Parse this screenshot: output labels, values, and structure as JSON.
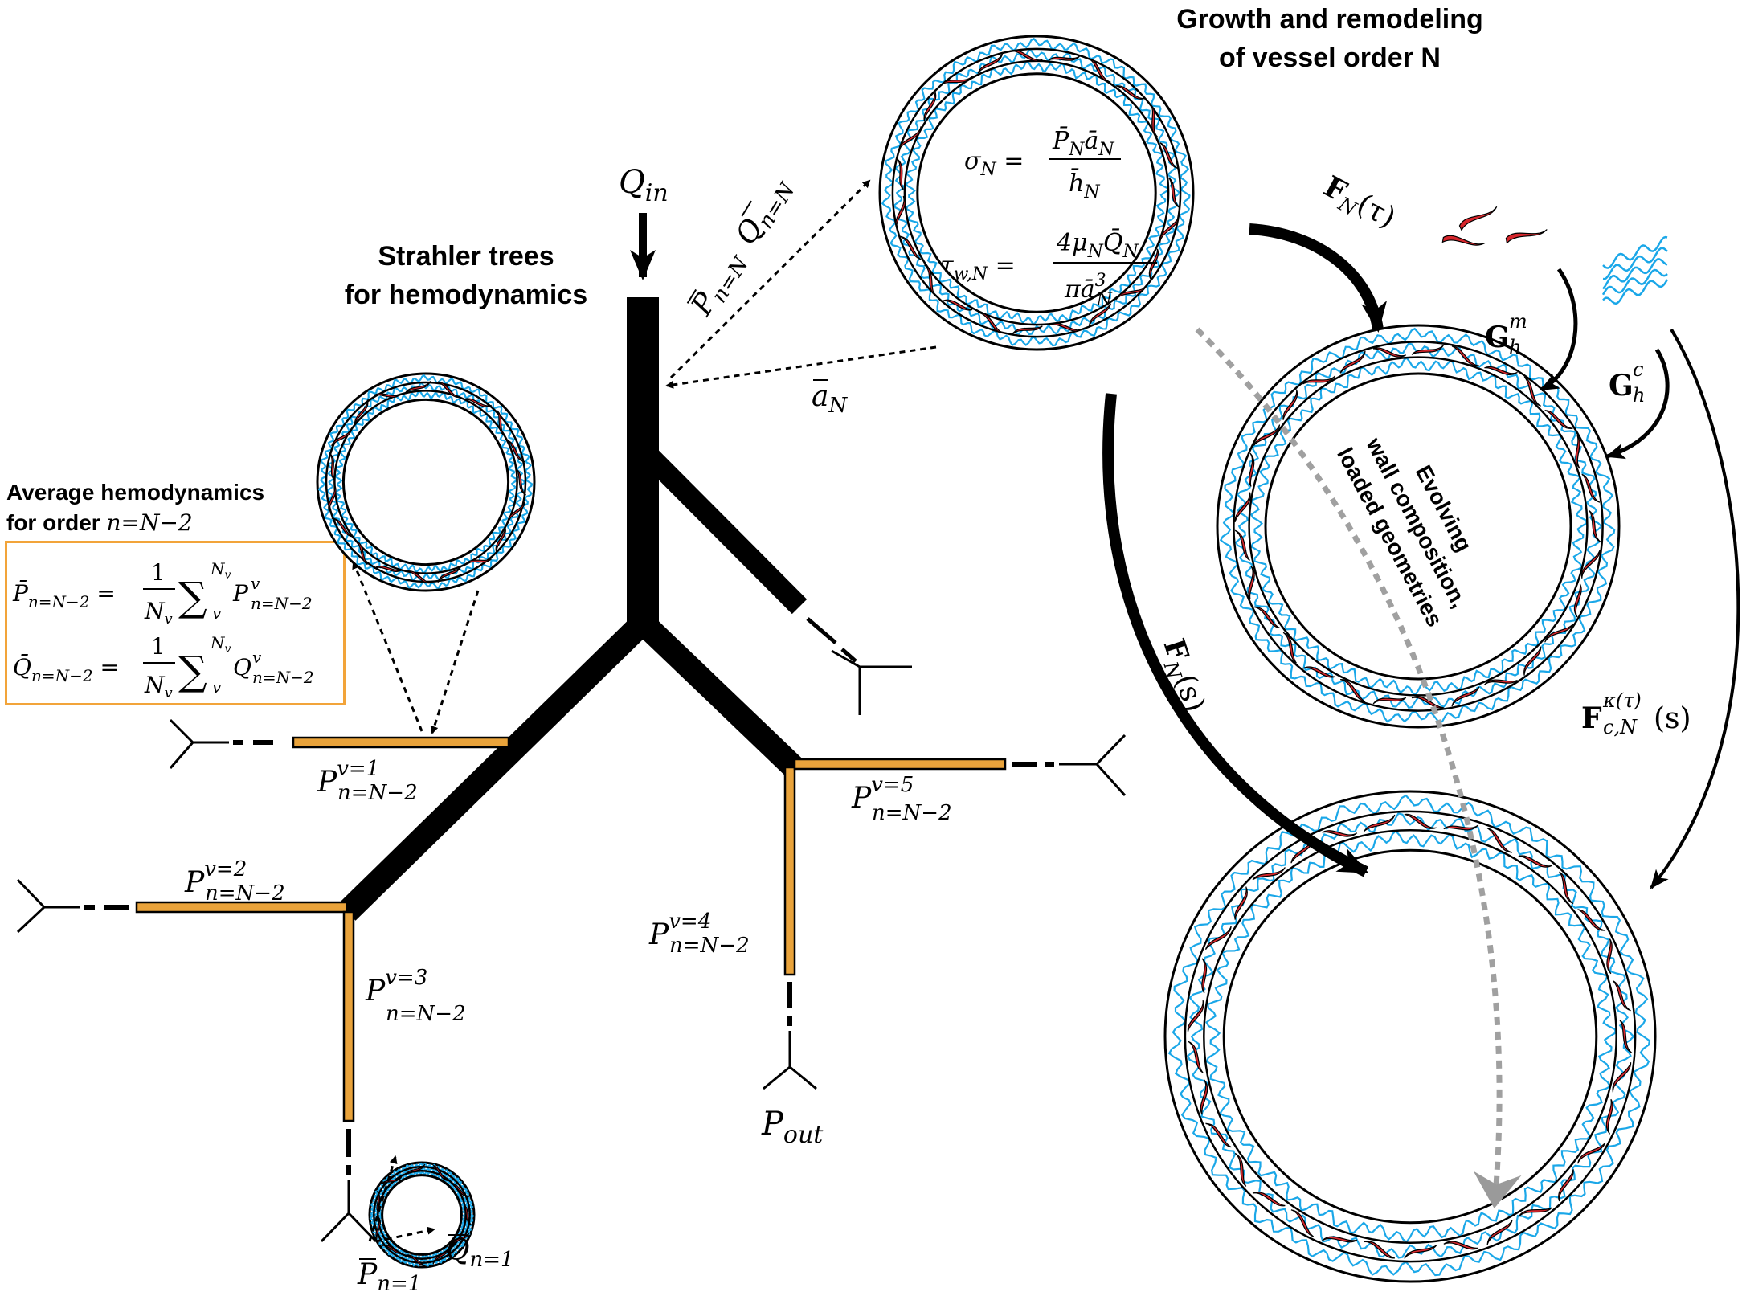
{
  "titles": {
    "strahler_line1": "Strahler trees",
    "strahler_line2": "for hemodynamics",
    "gr_line1": "Growth and remodeling",
    "gr_line2": "of vessel order N",
    "avg_line1": "Average hemodynamics",
    "avg_line2_prefix": "for order ",
    "avg_line2_math": "n=N−2"
  },
  "evolving_label": [
    "Evolving",
    "wall composition,",
    "loaded geometries"
  ],
  "symbols": {
    "q_in": "Q",
    "q_in_sub": "in",
    "p_out": "P",
    "p_out_sub": "out",
    "a_bar": "a",
    "a_bar_sub": "N",
    "p_bar_top": "P",
    "p_bar_top_sub": "n=N",
    "q_bar_top": "Q",
    "q_bar_top_sub": "n=N",
    "p_bar_bottom": "P",
    "p_bar_bottom_sub": "n=1",
    "q_bar_bottom": "Q",
    "q_bar_bottom_sub": "n=1"
  },
  "pressure_labels": [
    {
      "base": "P",
      "sup": "v=1",
      "sub": "n=N−2"
    },
    {
      "base": "P",
      "sup": "v=2",
      "sub": "n=N−2"
    },
    {
      "base": "P",
      "sup": "v=3",
      "sub": "n=N−2"
    },
    {
      "base": "P",
      "sup": "v=4",
      "sub": "n=N−2"
    },
    {
      "base": "P",
      "sup": "v=5",
      "sub": "n=N−2"
    }
  ],
  "equations": {
    "sigma_lhs": "σ",
    "sigma_sub": "N",
    "sigma_num": "P̄",
    "sigma_num_sub1": "N",
    "sigma_num2": "ā",
    "sigma_num_sub2": "N",
    "sigma_den": "h̄",
    "sigma_den_sub": "N",
    "tau_lhs": "τ",
    "tau_sub": "w,N",
    "tau_num": "4μ",
    "tau_num_sub": "N",
    "tau_num2": "Q̄",
    "tau_num_sub2": "N",
    "tau_den": "πā",
    "tau_den_sup": "3",
    "tau_den_sub": "N",
    "avg_p_lhs": "P̄",
    "avg_p_lhs_sub": "n=N−2",
    "avg_q_lhs": "Q̄",
    "avg_q_lhs_sub": "n=N−2",
    "frac_num": "1",
    "frac_den": "N",
    "frac_den_sub": "v",
    "sum_sup": "N",
    "sum_sup_sub": "v",
    "sum_sub": "v",
    "avg_p_rhs": "P",
    "avg_q_rhs": "Q",
    "rhs_sup": "v",
    "rhs_sub": "n=N−2"
  },
  "arrow_labels": {
    "f_tau": "F",
    "f_tau_sub": "N",
    "f_tau_arg": "(τ)",
    "f_s": "F",
    "f_s_sub": "N",
    "f_s_arg": "(s)",
    "g_m": "G",
    "g_m_sup": "m",
    "g_m_sub": "h",
    "g_c": "G",
    "g_c_sup": "c",
    "g_c_sub": "h",
    "f_c": "F",
    "f_c_sup": "κ(τ)",
    "f_c_sub": "c,N",
    "f_c_arg": "(s)"
  },
  "colors": {
    "smooth_muscle": "#d7262c",
    "collagen": "#1aa7e8",
    "highlight_branch": "#e9a33b",
    "avg_box_border": "#f2a43a",
    "dotted_path": "#a0a0a0"
  }
}
